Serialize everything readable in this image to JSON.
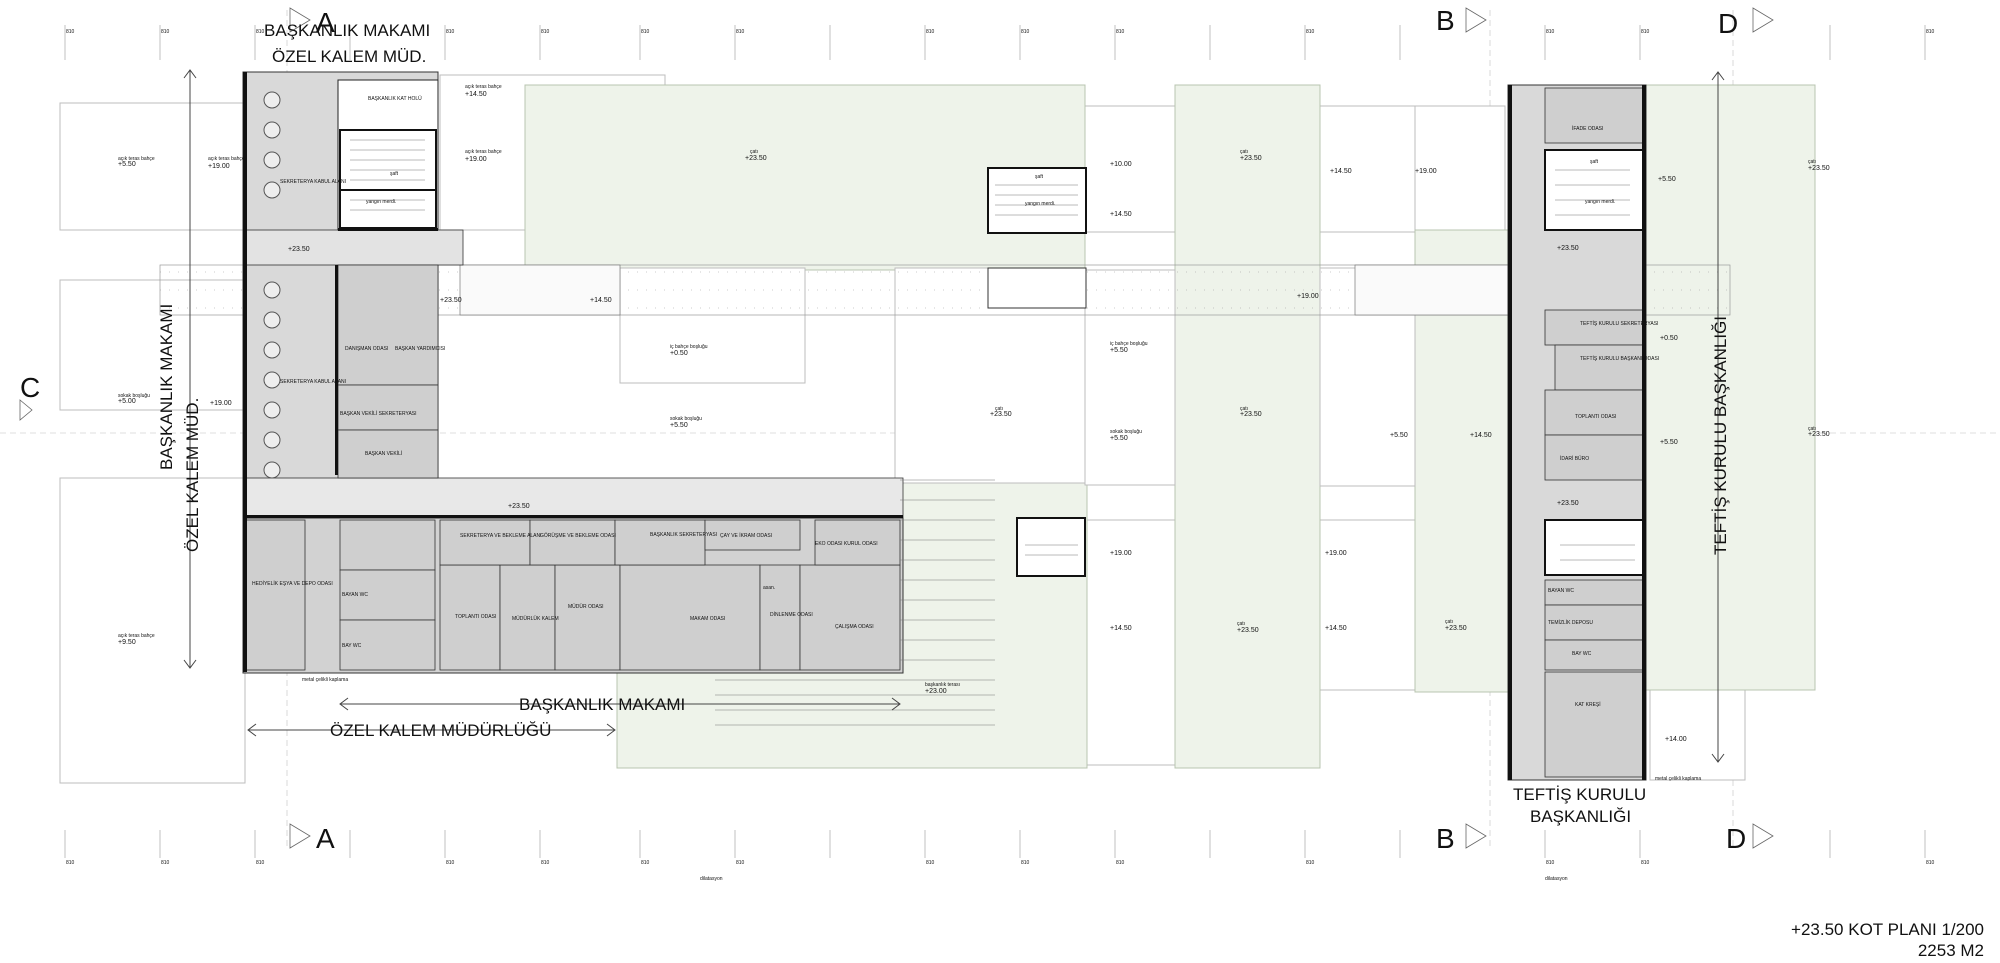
{
  "sheet": {
    "plan_title": "+23.50 KOT PLANI 1/200",
    "area": "2253 M2"
  },
  "section_marks": {
    "a": "A",
    "b": "B",
    "c": "C",
    "d": "D"
  },
  "labels": {
    "baskanlik_makami": "BAŞKANLIK MAKAMI",
    "ozel_kalem_mud": "ÖZEL KALEM MÜD.",
    "ozel_kalem_mudurlugu": "ÖZEL KALEM MÜDÜRLÜĞÜ",
    "teftis_kurulu_baskanligi": "TEFTİŞ KURULU BAŞKANLIĞI",
    "teftis_kurulu": "TEFTİŞ KURULU",
    "baskanligi": "BAŞKANLIĞI"
  },
  "grid_tick": "810",
  "grid_mid": "dilatasyon",
  "levels": {
    "l1": "+5.50",
    "l2": "+19.00",
    "l3": "+14.50",
    "l4": "+23.50",
    "l5": "+5.00",
    "l6": "+9.50",
    "l7": "+0.50",
    "l8": "+10.00",
    "l9": "+23.00",
    "l10": "+14.00"
  },
  "terrace_labels": {
    "acik_teras": "açık teras bahçe",
    "cati": "çatı",
    "ic_bahce": "iç bahçe boşluğu",
    "sokak": "sokak boşluğu",
    "baskanlik_terasi": "başkanlık terası",
    "metal_cephe": "metal çelikli kaplama"
  },
  "rooms": {
    "baskanlik_kat_holu": "BAŞKANLIK KAT HOLÜ",
    "bekleme_kabul": "SEKRETERYA KABUL ALANI",
    "bekleme_kabul2": "SEKRETERYA KABUL ALANI",
    "baskan_danisman": "DANIŞMAN ODASI",
    "baskan_yard": "BAŞKAN YARDIMCISI",
    "baskan_vekili_sekreterya": "BAŞKAN VEKİLİ SEKRETERYASI",
    "baskan_vekili": "BAŞKAN VEKİLİ",
    "hediyelik": "HEDİYELİK EŞYA VE DEPO ODASI",
    "toplanti": "TOPLANTI ODASI",
    "mudurluk_kalem": "MÜDÜRLÜK KALEM",
    "mudur": "MÜDÜR ODASI",
    "makam": "MAKAM ODASI",
    "dinlenme": "DİNLENME ODASI",
    "calisma": "ÇALIŞMA ODASI",
    "cay": "ÇAY VE İKRAM ODASI",
    "sekreterya_bekleme": "SEKRETERYA VE BEKLEME ALANI",
    "gorusme": "GÖRÜŞME VE BEKLEME ODASI",
    "baskanlik_sekreterya": "BAŞKANLIK SEKRETERYASI",
    "bay_wc": "BAY WC",
    "bayan_wc": "BAYAN WC",
    "ifade": "İFADE ODASI",
    "teftis_sekreterya": "TEFTİŞ KURULU SEKRETERYASI",
    "teftis_baskan": "TEFTİŞ KURULU BAŞKANI ODASI",
    "teftis_toplanti": "TOPLANTI ODASI",
    "idari": "İDARİ BÜRO",
    "temizlik": "TEMİZLİK DEPOSU",
    "kat_kreş": "KAT KREŞİ",
    "yangin_merd": "yangın merdi.",
    "asansor": "asan.",
    "saft": "şaft",
    "eko_kurul": "EKO ODASI KURUL ODASI"
  }
}
